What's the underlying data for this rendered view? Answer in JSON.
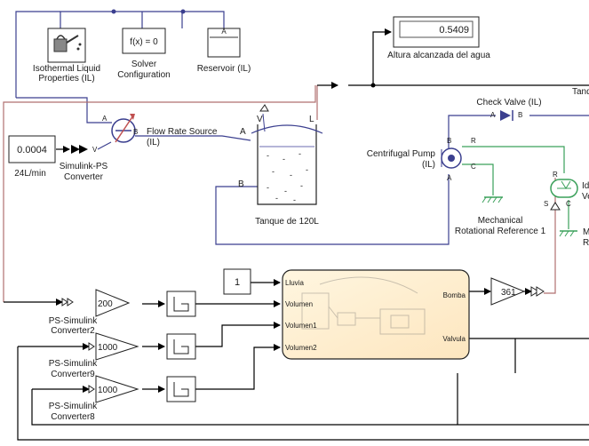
{
  "blocks": {
    "iso_liquid": {
      "line1": "Isothermal Liquid",
      "line2": "Properties (IL)"
    },
    "solver": {
      "text": "f(x) = 0",
      "line1": "Solver",
      "line2": "Configuration"
    },
    "reservoir": {
      "label": "Reservoir (IL)",
      "port": "A"
    },
    "display": {
      "value": "0.5409",
      "label": "Altura alcanzada del agua"
    },
    "constant_flow": {
      "value": "0.0004",
      "label": "24L/min"
    },
    "sps_converter": {
      "line1": "Simulink-PS",
      "line2": "Converter",
      "port_v": "V"
    },
    "flow_source": {
      "line1": "Flow Rate Source",
      "line2": "(IL)",
      "port_a": "A",
      "port_b": "B"
    },
    "tank": {
      "label": "Tanque de 120L",
      "port_v": "V",
      "port_l": "L",
      "port_a": "A",
      "port_b": "B"
    },
    "check_valve": {
      "label": "Check Valve (IL)",
      "port_a": "A",
      "port_b": "B"
    },
    "pump": {
      "line1": "Centrifugal Pump",
      "line2": "(IL)",
      "port_b": "B",
      "port_r": "R",
      "port_c": "C",
      "port_a": "A"
    },
    "mech_ref": {
      "line1": "Mechanical",
      "line2": "Rotational Reference 1"
    },
    "ideal_source": {
      "line1": "Id",
      "line2": "Ve",
      "port_r": "R",
      "port_c": "C",
      "port_s": "S"
    },
    "mech_ref2": {
      "line1": "M",
      "line2": "R"
    },
    "truncated_label": "Tanq",
    "constant_one": {
      "value": "1"
    },
    "subsystem": {
      "in1": "Lluvia",
      "in2": "Volumen",
      "in3": "Volumen1",
      "in4": "Volumen2",
      "out1": "Bomba",
      "out2": "Valvula"
    },
    "gain_361": {
      "value": "361"
    },
    "gain_200": {
      "value": "200",
      "line1": "PS-Simulink",
      "line2": "Converter2"
    },
    "gain_1000a": {
      "value": "1000",
      "line1": "PS-Simulink",
      "line2": "Converter9"
    },
    "gain_1000b": {
      "value": "1000",
      "line1": "PS-Simulink",
      "line2": "Converter8"
    }
  }
}
